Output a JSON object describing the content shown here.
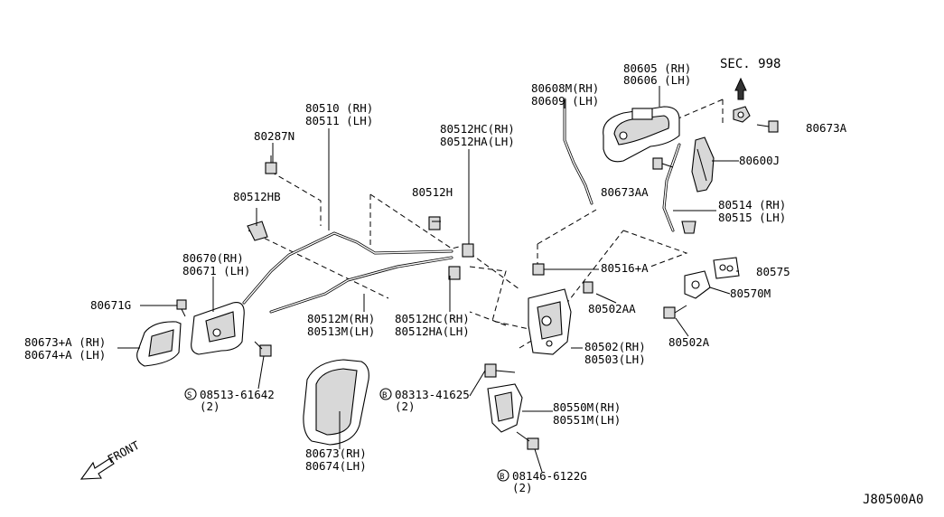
{
  "diagram": {
    "labels": {
      "sec": "SEC. 998",
      "p80605": "80605 (RH)",
      "p80606": "80606 (LH)",
      "p80608m": "80608M(RH)",
      "p80609": "80609 (LH)",
      "p80673a": "80673A",
      "p80510": "80510 (RH)",
      "p80511": "80511 (LH)",
      "p80512hc_top": "80512HC(RH)",
      "p80512ha_top": "80512HA(LH)",
      "p80287n": "80287N",
      "p80600j": "80600J",
      "p80512hb": "80512HB",
      "p80512h": "80512H",
      "p80673aa": "80673AA",
      "p80514": "80514 (RH)",
      "p80515": "80515 (LH)",
      "p80670": "80670(RH)",
      "p80671": "80671 (LH)",
      "p80516a": "80516+A",
      "p80575": "80575",
      "p80671g": "80671G",
      "p80502aa": "80502AA",
      "p80570m": "80570M",
      "p80512m": "80512M(RH)",
      "p80513m": "80513M(LH)",
      "p80512hc_bot": "80512HC(RH)",
      "p80512ha_bot": "80512HA(LH)",
      "p80673ra": "80673+A (RH)",
      "p80674la": "80674+A (LH)",
      "p80502": "80502(RH)",
      "p80503": "80503(LH)",
      "p80502a": "80502A",
      "s08513": "08513-61642",
      "s08513_qty": "(2)",
      "b08313": "08313-41625",
      "b08313_qty": "(2)",
      "p80550m": "80550M(RH)",
      "p80551m": "80551M(LH)",
      "p80673": "80673(RH)",
      "p80674": "80674(LH)",
      "b08146": "08146-6122G",
      "b08146_qty": "(2)",
      "front": "FRONT",
      "ref": "J80500A0",
      "sym_s": "S",
      "sym_b": "B"
    }
  }
}
